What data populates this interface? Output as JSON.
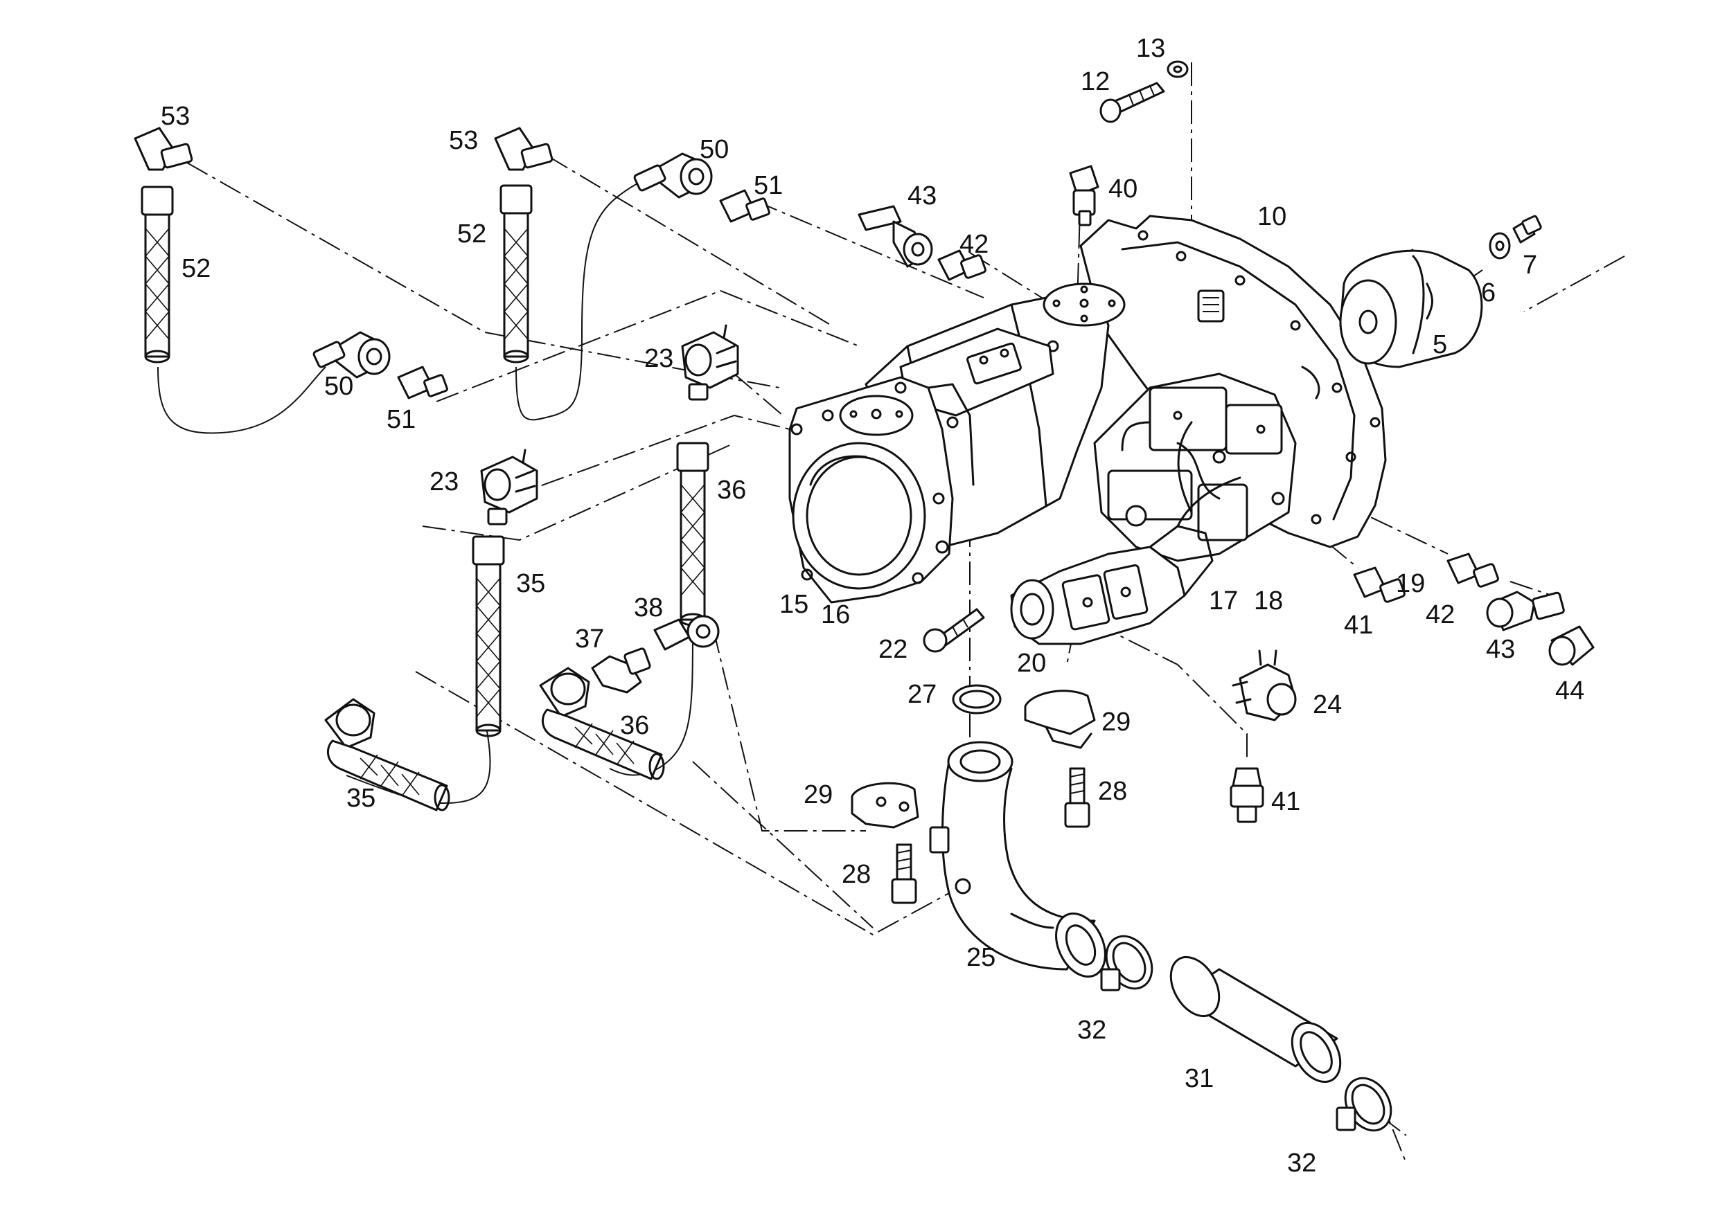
{
  "callouts": {
    "c5": "5",
    "c6": "6",
    "c7": "7",
    "c10": "10",
    "c12": "12",
    "c13": "13",
    "c15": "15",
    "c16": "16",
    "c17": "17",
    "c18": "18",
    "c19": "19",
    "c20": "20",
    "c22": "22",
    "c23": "23",
    "c24": "24",
    "c25": "25",
    "c27": "27",
    "c28": "28",
    "c29": "29",
    "c31": "31",
    "c32": "32",
    "c35": "35",
    "c36": "36",
    "c37": "37",
    "c38": "38",
    "c40": "40",
    "c41": "41",
    "c42": "42",
    "c43": "43",
    "c44": "44",
    "c50": "50",
    "c51": "51",
    "c52": "52",
    "c53": "53"
  }
}
